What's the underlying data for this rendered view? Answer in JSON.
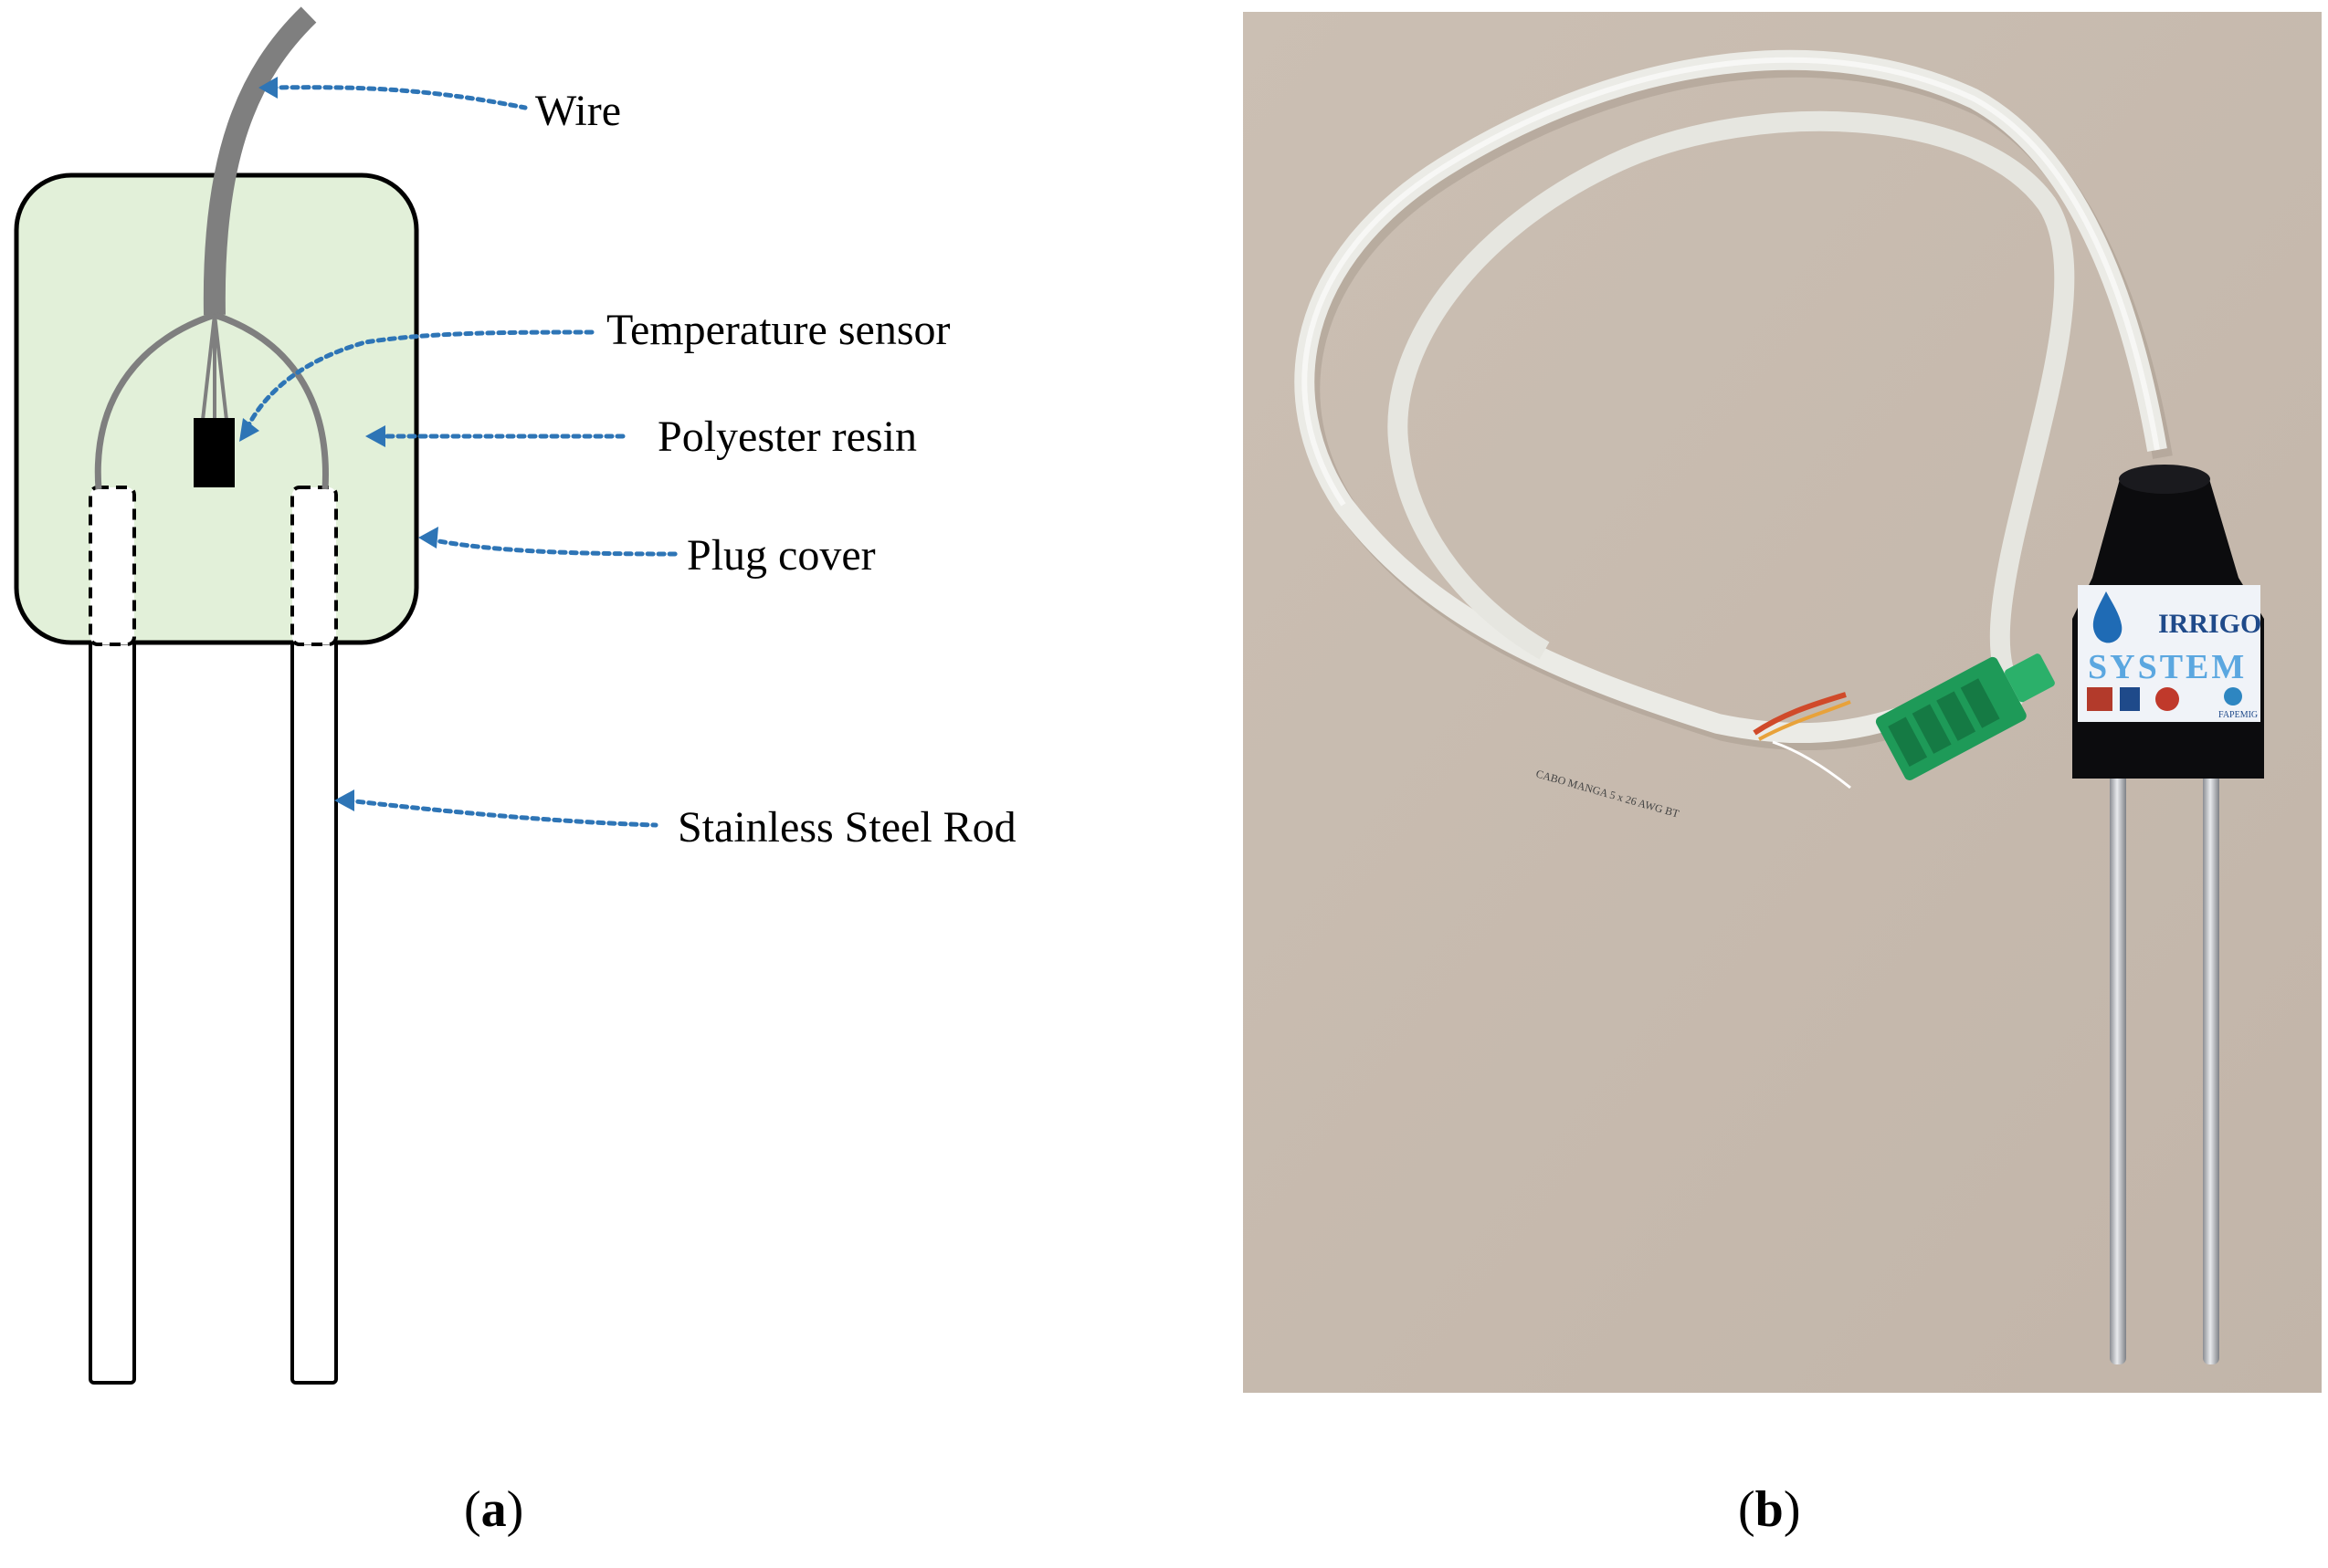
{
  "diagram": {
    "labels": {
      "wire": "Wire",
      "temperature_sensor": "Temperature sensor",
      "polyester_resin": "Polyester resin",
      "plug_cover": "Plug cover",
      "stainless_steel_rod": "Stainless Steel Rod"
    },
    "colors": {
      "plug_fill": "#e2f0d9",
      "wire": "#7f7f7f",
      "leader": "#2e75b6",
      "outline": "#000000"
    }
  },
  "photo": {
    "brand_top": "IRRIGO",
    "brand_bottom": "SYSTEM",
    "cable_print": "CABO   MANGA   5 x 26 AWG   BT",
    "sponsor_label": "FAPEMIG",
    "colors": {
      "background": "#c6b9ad",
      "cable": "#ebebe6",
      "connector": "#1e9a58",
      "body": "#0c0c0e"
    }
  },
  "captions": {
    "a": {
      "open": "(",
      "letter": "a",
      "close": ")"
    },
    "b": {
      "open": "(",
      "letter": "b",
      "close": ")"
    }
  }
}
